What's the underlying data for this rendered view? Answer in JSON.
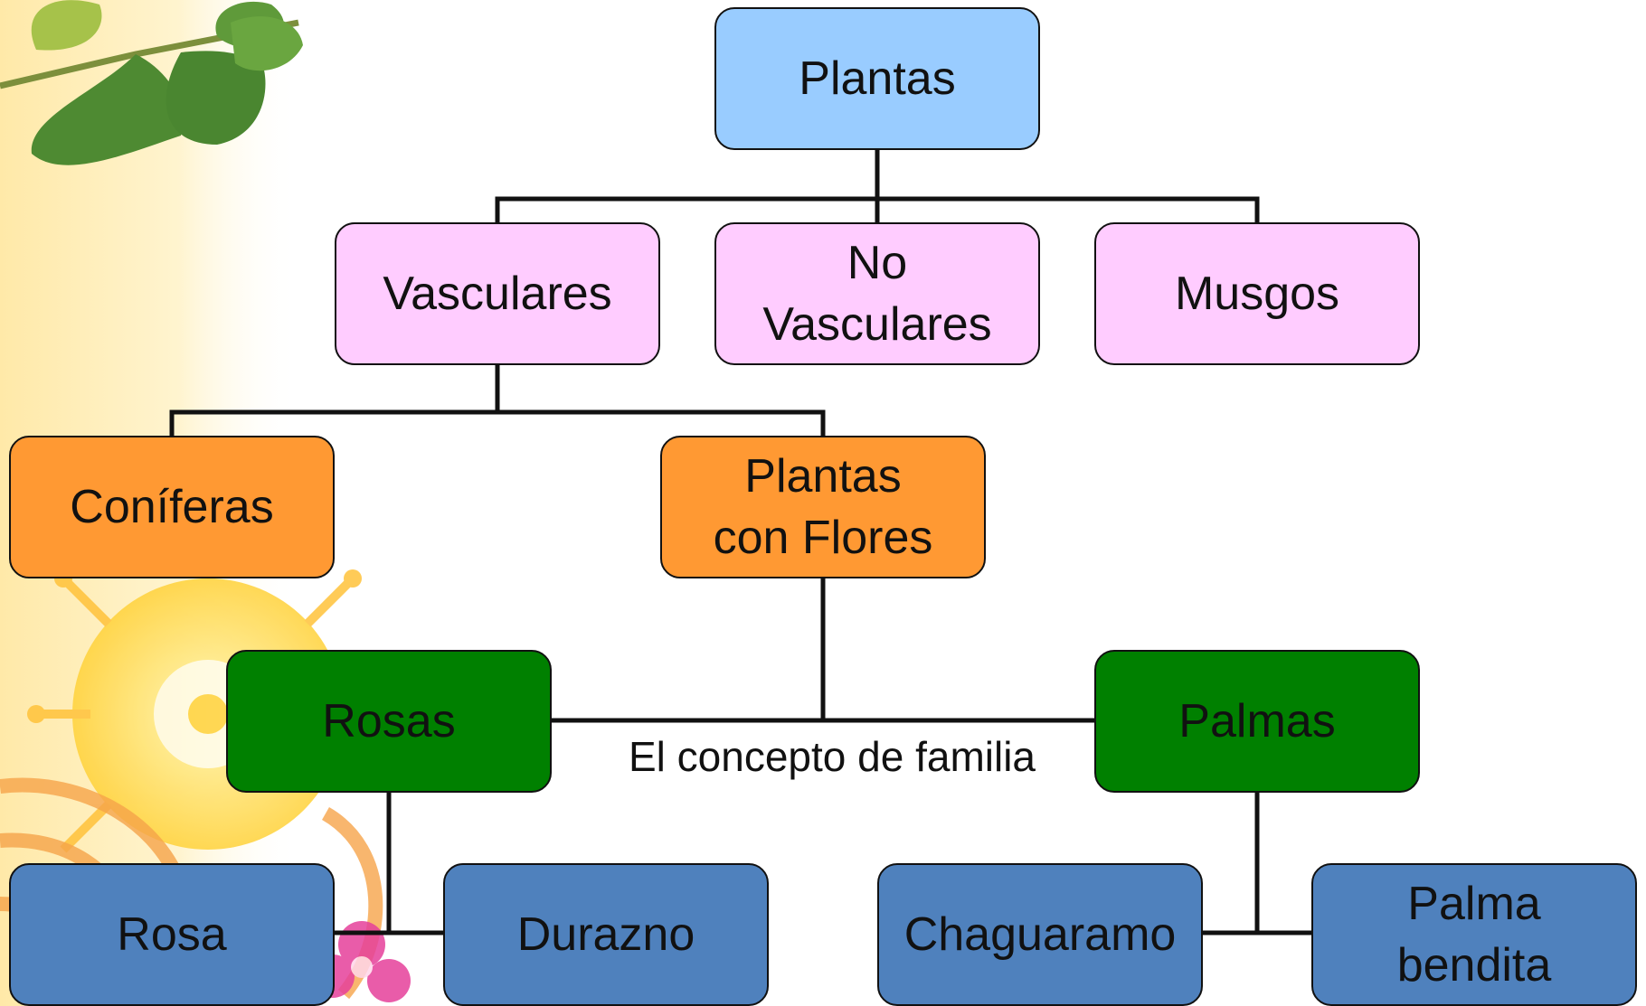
{
  "diagram": {
    "root": "Plantas",
    "level1": [
      "Vasculares",
      "No\nVasculares",
      "Musgos"
    ],
    "level2": [
      "Coníferas",
      "Plantas\ncon Flores"
    ],
    "level3": [
      "Rosas",
      "Palmas"
    ],
    "level4": [
      "Rosa",
      "Durazno",
      "Chaguaramo",
      "Palma\nbendita"
    ],
    "note": "El concepto de familia"
  },
  "colors": {
    "root": "#99ccff",
    "level1": "#ffccff",
    "level2": "#ff9933",
    "level3": "#008000",
    "level4": "#4f81bd"
  }
}
